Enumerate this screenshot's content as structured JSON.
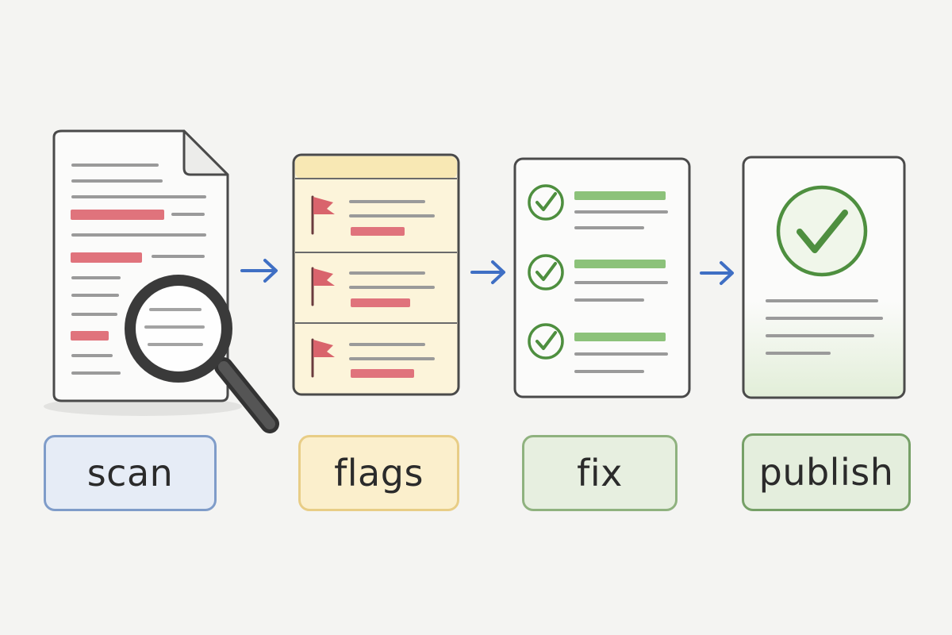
{
  "colors": {
    "outline": "#4a4a4a",
    "text_line": "#9a9a9a",
    "highlight_red": "#e0737c",
    "flag_red": "#d9646c",
    "note_yellow": "#fbf1cf",
    "check_green": "#4e8f3f",
    "bar_green": "#8cc27a",
    "arrow_blue": "#3f6fc4"
  },
  "steps": [
    {
      "label": "scan",
      "icon": "document-magnifier-icon"
    },
    {
      "label": "flags",
      "icon": "flagged-list-icon"
    },
    {
      "label": "fix",
      "icon": "checked-list-icon"
    },
    {
      "label": "publish",
      "icon": "approved-document-icon"
    }
  ]
}
